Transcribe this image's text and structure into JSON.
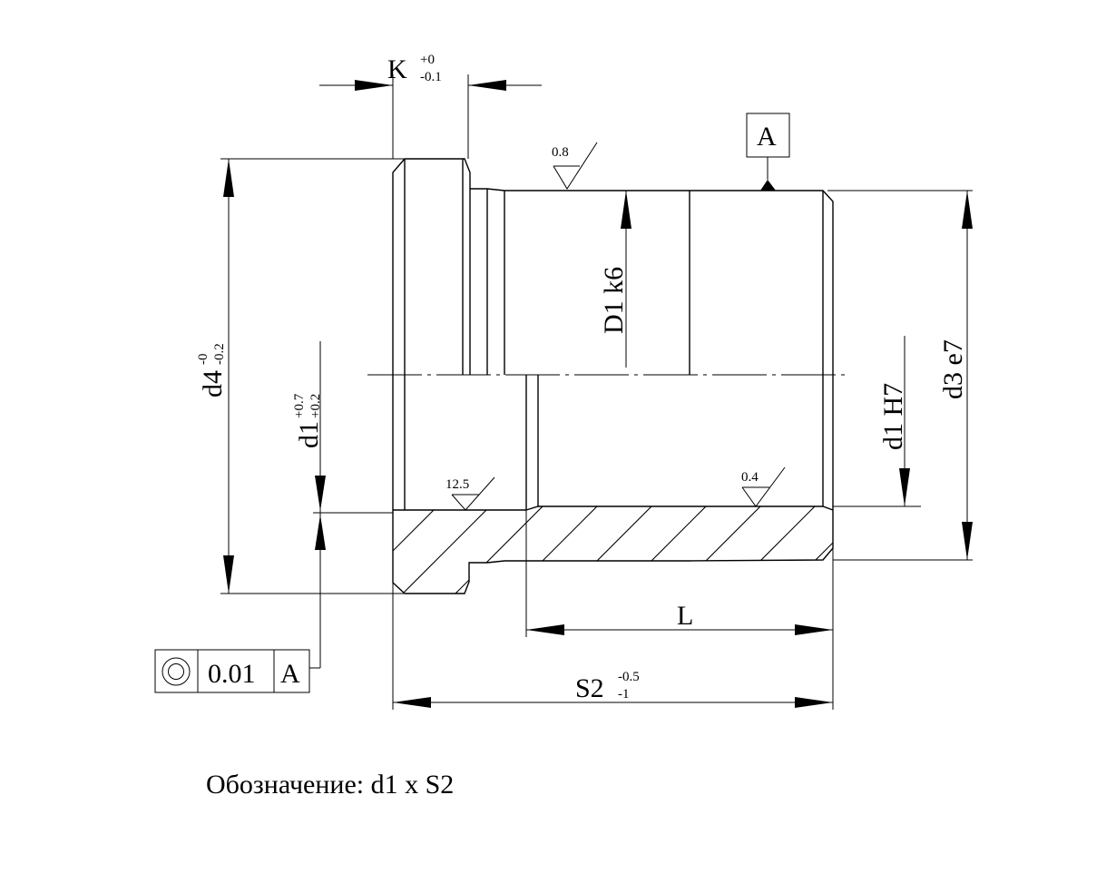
{
  "dimensions": {
    "k": {
      "label": "K",
      "tol_upper": "+0",
      "tol_lower": "-0.1"
    },
    "d4": {
      "label": "d4",
      "tol_upper": "-0",
      "tol_lower": "-0.2"
    },
    "d1_left": {
      "label": "d1",
      "tol_upper": "+0.7",
      "tol_lower": "+0.2"
    },
    "d1_fit": {
      "label": "D1 k6"
    },
    "d1_bore": {
      "label": "d1 H7"
    },
    "d3": {
      "label": "d3 e7"
    },
    "l": {
      "label": "L"
    },
    "s2": {
      "label": "S2",
      "tol_upper": "-0.5",
      "tol_lower": "-1"
    }
  },
  "roughness": {
    "outer": "0.8",
    "flange_bore": "12.5",
    "bore": "0.4"
  },
  "datum": {
    "letter": "A"
  },
  "tolerance_frame": {
    "symbol": "concentricity-icon",
    "value": "0.01",
    "datum": "A"
  },
  "caption": "Обозначение: d1 x S2"
}
